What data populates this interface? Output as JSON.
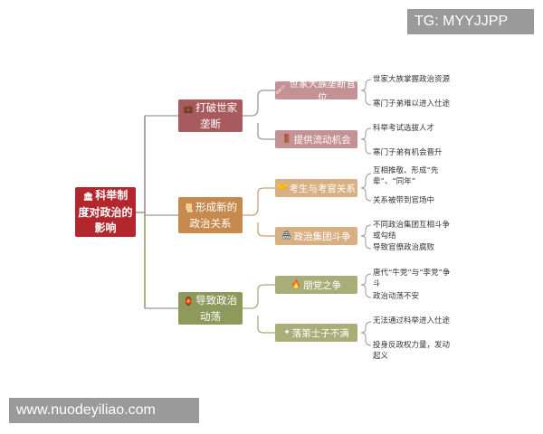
{
  "watermark_top": "TG: MYYJJPP",
  "watermark_bottom": "www.nuodeyiliao.com",
  "root": {
    "label": "科举制度对政治的影响",
    "icon": "building-icon"
  },
  "branches": [
    {
      "label": "打破世家垄断",
      "icon": "briefcase-icon",
      "color": "#a85a5e",
      "child_color": "#c49194",
      "children": [
        {
          "label": "世家大族垄断官位",
          "icon": "brush-icon",
          "leaves": [
            "世家大族掌握政治资源",
            "寒门子弟难以进入仕途"
          ]
        },
        {
          "label": "提供流动机会",
          "icon": "door-icon",
          "leaves": [
            "科举考试选拔人才",
            "寒门子弟有机会晋升"
          ]
        }
      ]
    },
    {
      "label": "形成新的政治关系",
      "icon": "scroll-icon",
      "color": "#c68a4f",
      "child_color": "#d9af84",
      "children": [
        {
          "label": "考生与考官关系",
          "icon": "handshake-icon",
          "leaves": [
            "互相推敬、形成“先辈”、“同年”",
            "关系被带到官场中"
          ]
        },
        {
          "label": "政治集团斗争",
          "icon": "castle-icon",
          "leaves": [
            "不同政治集团互相斗争或勾结",
            "导致官僚政治腐败"
          ]
        }
      ]
    },
    {
      "label": "导致政治动荡",
      "icon": "lantern-icon",
      "color": "#8e9a5c",
      "child_color": "#a9ad78",
      "children": [
        {
          "label": "朋党之争",
          "icon": "fire-icon",
          "leaves": [
            "唐代“牛党”与“李党”争斗",
            "政治动荡不安"
          ]
        },
        {
          "label": "落第士子不满",
          "icon": "star-icon",
          "leaves": [
            "无法通过科举进入仕途",
            "投身反政权力量，发动起义"
          ]
        }
      ]
    }
  ]
}
